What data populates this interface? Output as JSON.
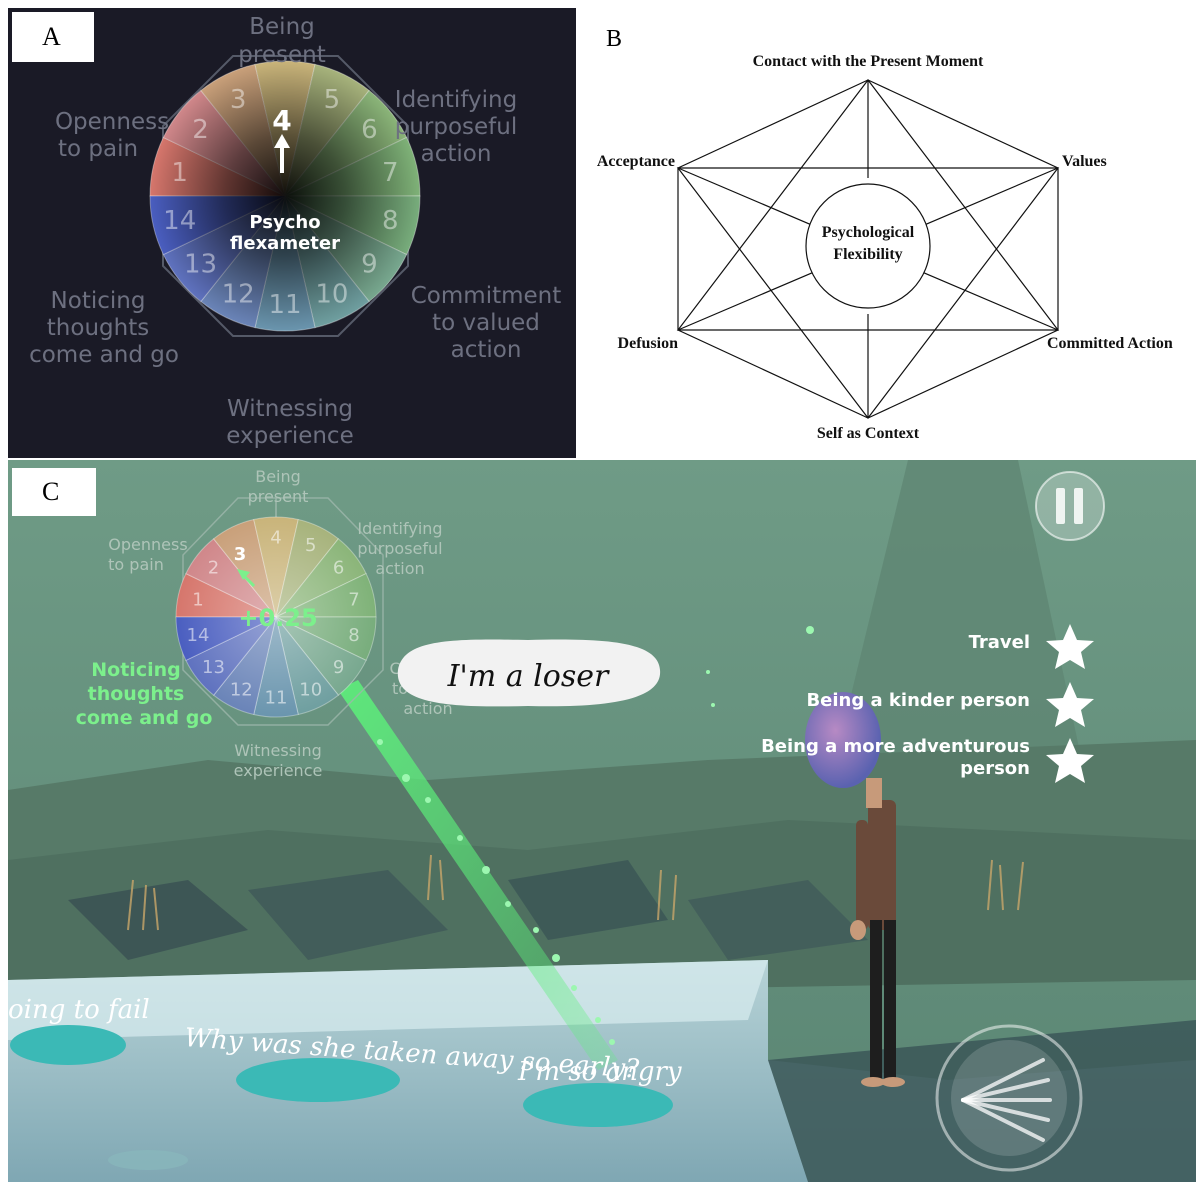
{
  "panel_a": {
    "letter": "A",
    "center_label_line1": "Psycho",
    "center_label_line2": "flexameter",
    "current_segment": "4",
    "segments": [
      "1",
      "2",
      "3",
      "4",
      "5",
      "6",
      "7",
      "8",
      "9",
      "10",
      "11",
      "12",
      "13",
      "14"
    ],
    "labels": {
      "being_present": [
        "Being",
        "present"
      ],
      "identifying_purposeful_action": [
        "Identifying",
        "purposeful",
        "action"
      ],
      "commitment_to_valued_action": [
        "Commitment",
        "to valued",
        "action"
      ],
      "witnessing_experience": [
        "Witnessing",
        "experience"
      ],
      "noticing_thoughts": [
        "Noticing",
        "thoughts",
        "come and go"
      ],
      "openness_to_pain": [
        "Openness",
        "to pain"
      ]
    }
  },
  "panel_b": {
    "letter": "B",
    "center_line1": "Psychological",
    "center_line2": "Flexibility",
    "nodes": {
      "top": "Contact with the Present Moment",
      "upper_left": "Acceptance",
      "upper_right": "Values",
      "lower_left": "Defusion",
      "lower_right": "Committed Action",
      "bottom": "Self as Context"
    }
  },
  "panel_c": {
    "letter": "C",
    "score_delta": "+0.25",
    "current_segment": "3",
    "segments": [
      "1",
      "2",
      "3",
      "4",
      "5",
      "6",
      "7",
      "8",
      "9",
      "10",
      "11",
      "12",
      "13",
      "14"
    ],
    "labels": {
      "being_present": [
        "Being",
        "present"
      ],
      "identifying_purposeful_action": [
        "Identifying",
        "purposeful",
        "action"
      ],
      "commitment_partial": [
        "Co",
        "to",
        "action"
      ],
      "witnessing_experience": [
        "Witnessing",
        "experience"
      ],
      "noticing_thoughts": [
        "Noticing",
        "thoughts",
        "come and go"
      ],
      "openness_to_pain": [
        "Openness",
        "to pain"
      ]
    },
    "thought_bubble": "I'm a loser",
    "values": [
      {
        "label": "Travel"
      },
      {
        "label": "Being a kinder person"
      },
      {
        "label": "Being a more adventurous",
        "label2": "person"
      }
    ],
    "floating_thoughts": {
      "left": "oing to fail",
      "middle": "Why was she taken away so early?",
      "right": "I'm so angry"
    },
    "icons": {
      "pause": "pause-icon",
      "action": "ray-action-icon",
      "star": "star-icon"
    },
    "colors": {
      "highlight": "#7cf08c",
      "beam": "#5cf07a"
    }
  }
}
